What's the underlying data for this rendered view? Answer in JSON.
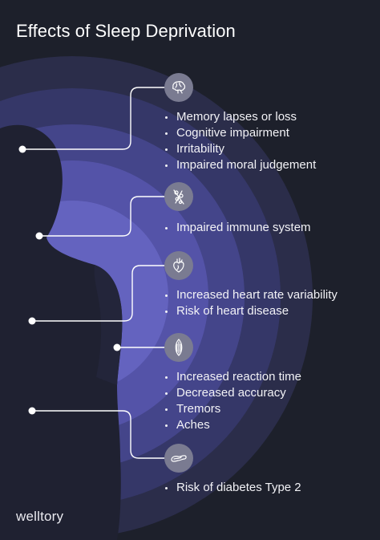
{
  "title": "Effects of Sleep Deprivation",
  "brand": "welltory",
  "colors": {
    "background": "#1d202b",
    "glow": "#6e6cc4",
    "silhouette": "#1f2131",
    "icon_circle": "#7a7b91",
    "line": "#ffffff"
  },
  "groups": [
    {
      "icon": "brain-icon",
      "items": [
        "Memory lapses or loss",
        "Cognitive impairment",
        "Irritability",
        "Impaired moral judgement"
      ]
    },
    {
      "icon": "cells-icon",
      "items": [
        "Impaired immune system"
      ]
    },
    {
      "icon": "heart-icon",
      "items": [
        "Increased heart rate variability",
        "Risk of heart disease"
      ]
    },
    {
      "icon": "muscle-icon",
      "items": [
        "Increased reaction time",
        "Decreased accuracy",
        "Tremors",
        "Aches"
      ]
    },
    {
      "icon": "pancreas-icon",
      "items": [
        "Risk of diabetes Type 2"
      ]
    }
  ]
}
